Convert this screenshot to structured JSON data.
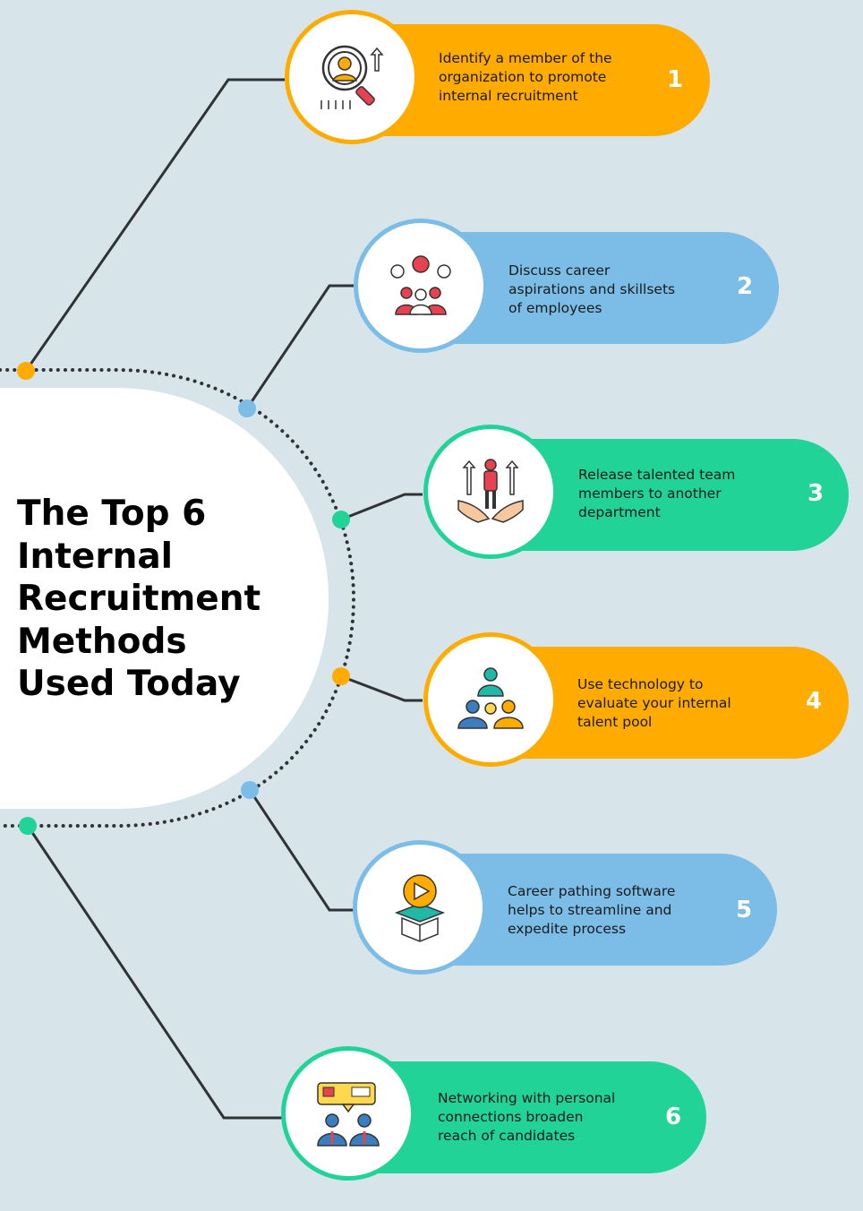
{
  "title_lines": [
    "The Top 6",
    "Internal",
    "Recruitment",
    "Methods",
    "Used Today"
  ],
  "colors": {
    "orange": "#ffab00",
    "blue": "#7bbde6",
    "green": "#22d398",
    "background": "#d7e4ea"
  },
  "items": [
    {
      "number": "1",
      "text": "Identify a member of the organization to promote internal recruitment",
      "icon": "magnifier-person-icon",
      "color": "orange"
    },
    {
      "number": "2",
      "text": "Discuss career aspirations and skillsets of employees",
      "icon": "team-gears-icon",
      "color": "blue"
    },
    {
      "number": "3",
      "text": "Release talented team members to another department",
      "icon": "hands-person-icon",
      "color": "green"
    },
    {
      "number": "4",
      "text": "Use technology to evaluate your internal talent pool",
      "icon": "team-idea-icon",
      "color": "orange"
    },
    {
      "number": "5",
      "text": "Career pathing software helps to streamline and expedite process",
      "icon": "play-box-icon",
      "color": "blue"
    },
    {
      "number": "6",
      "text": "Networking with personal connections broaden reach of candidates",
      "icon": "networking-people-icon",
      "color": "green"
    }
  ]
}
